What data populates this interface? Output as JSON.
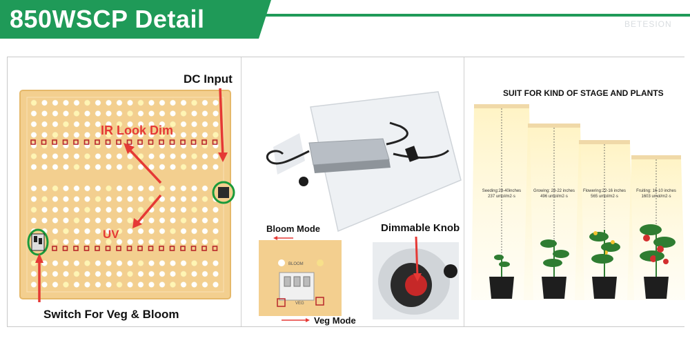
{
  "header": {
    "title": "850WSCP Detail",
    "brand": "BETESION"
  },
  "panel1": {
    "dc_input": "DC Input",
    "ir_look_dim": "IR Look Dim",
    "uv": "UV",
    "switch_label": "Switch For Veg & Bloom"
  },
  "panel2": {
    "bloom_mode": "Bloom Mode",
    "dimmable_knob": "Dimmable Knob",
    "veg_mode": "Veg Mode",
    "switch_top_text": "BLOOM",
    "switch_bottom_text": "VEG"
  },
  "panel3": {
    "title": "SUIT FOR KIND OF STAGE AND PLANTS",
    "stages": [
      {
        "line1": "Seeding:28-40inches",
        "line2": "237 umol/m2·s"
      },
      {
        "line1": "Growing: 28-22 inches",
        "line2": "496 umol/m2·s"
      },
      {
        "line1": "Flowering:22-16 inches",
        "line2": "565 umol/m2·s"
      },
      {
        "line1": "Fruiting: 16-10 inches",
        "line2": "1603 umol/m2·s"
      }
    ]
  },
  "colors": {
    "brand_green": "#1f9a58",
    "annotation_red": "#e53935",
    "highlight_green": "#1a9a3a"
  }
}
